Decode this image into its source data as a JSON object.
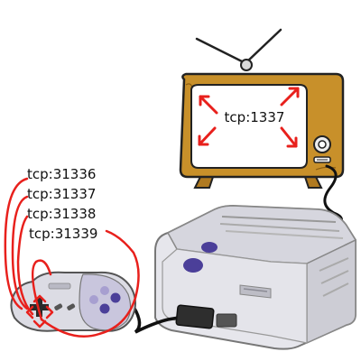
{
  "tv": {
    "address": "tcp:1337"
  },
  "controller": {
    "ports": [
      "tcp:31336",
      "tcp:31337",
      "tcp:31338",
      "tcp:31339"
    ]
  },
  "colors": {
    "annotation_red": "#e8201c",
    "tv_wood": "#c8902a",
    "tv_screen": "#ffffff",
    "console_body": "#e6e6ec",
    "console_purple": "#4b3f99",
    "console_lavender": "#a79fd0"
  }
}
